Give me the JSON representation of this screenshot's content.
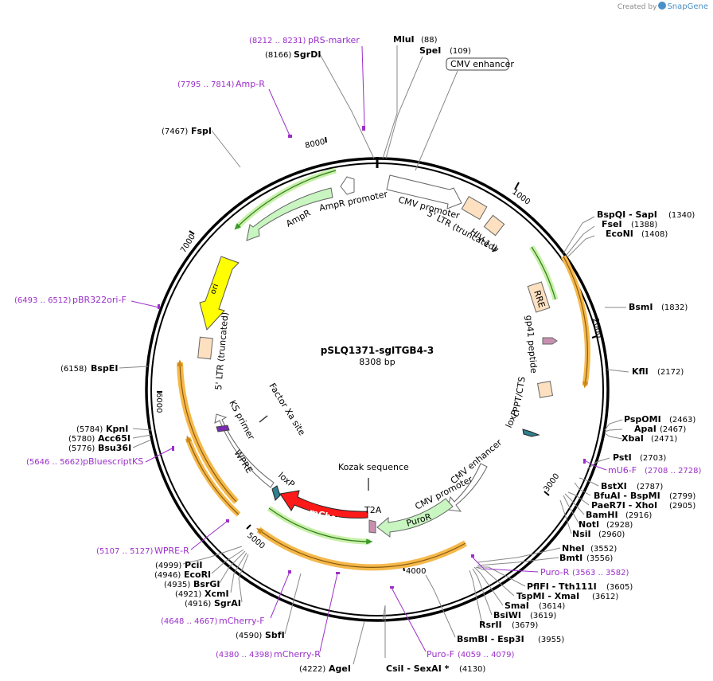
{
  "credit": {
    "prefix": "Created by",
    "brand": "SnapGene"
  },
  "plasmid": {
    "name": "pSLQ1371-sgITGB4-3",
    "size_label": "8308 bp",
    "length": 8308
  },
  "ticks": [
    "1000",
    "2000",
    "3000",
    "4000",
    "5000",
    "6000",
    "7000",
    "8000"
  ],
  "sites_right": [
    {
      "name": "MluI",
      "pos": "(88)"
    },
    {
      "name": "SpeI",
      "pos": "(109)"
    },
    {
      "name": "BspQI - SapI",
      "pos": "(1340)"
    },
    {
      "name": "FseI",
      "pos": "(1388)"
    },
    {
      "name": "EcoNI",
      "pos": "(1408)"
    },
    {
      "name": "BsmI",
      "pos": "(1832)"
    },
    {
      "name": "KflI",
      "pos": "(2172)"
    },
    {
      "name": "PspOMI",
      "pos": "(2463)"
    },
    {
      "name": "ApaI",
      "pos": "(2467)"
    },
    {
      "name": "XbaI",
      "pos": "(2471)"
    },
    {
      "name": "PstI",
      "pos": "(2703)"
    },
    {
      "name": "BstXI",
      "pos": "(2787)"
    },
    {
      "name": "BfuAI - BspMI",
      "pos": "(2799)"
    },
    {
      "name": "PaeR7I - XhoI",
      "pos": "(2905)"
    },
    {
      "name": "BamHI",
      "pos": "(2916)"
    },
    {
      "name": "NotI",
      "pos": "(2928)"
    },
    {
      "name": "NsiI",
      "pos": "(2960)"
    },
    {
      "name": "NheI",
      "pos": "(3552)"
    },
    {
      "name": "BmtI",
      "pos": "(3556)"
    },
    {
      "name": "PflFI - Tth111I",
      "pos": "(3605)"
    },
    {
      "name": "TspMI - XmaI",
      "pos": "(3612)"
    },
    {
      "name": "SmaI",
      "pos": "(3614)"
    },
    {
      "name": "BsiWI",
      "pos": "(3619)"
    },
    {
      "name": "RsrII",
      "pos": "(3679)"
    },
    {
      "name": "BsmBI - Esp3I",
      "pos": "(3955)"
    },
    {
      "name": "CsiI - SexAI *",
      "pos": "(4130)"
    }
  ],
  "sites_left": [
    {
      "name": "SgrDI",
      "pos": "(8166)"
    },
    {
      "name": "FspI",
      "pos": "(7467)"
    },
    {
      "name": "BspEI",
      "pos": "(6158)"
    },
    {
      "name": "KpnI",
      "pos": "(5784)"
    },
    {
      "name": "Acc65I",
      "pos": "(5780)"
    },
    {
      "name": "Bsu36I",
      "pos": "(5776)"
    },
    {
      "name": "PciI",
      "pos": "(4999)"
    },
    {
      "name": "EcoRI",
      "pos": "(4946)"
    },
    {
      "name": "BsrGI",
      "pos": "(4935)"
    },
    {
      "name": "XcmI",
      "pos": "(4921)"
    },
    {
      "name": "SgrAI",
      "pos": "(4916)"
    },
    {
      "name": "SbfI",
      "pos": "(4590)"
    },
    {
      "name": "AgeI",
      "pos": "(4222)"
    }
  ],
  "primers": [
    {
      "name": "pRS-marker",
      "range": "(8212 .. 8231)"
    },
    {
      "name": "Amp-R",
      "range": "(7795 .. 7814)"
    },
    {
      "name": "pBR322ori-F",
      "range": "(6493 .. 6512)"
    },
    {
      "name": "pBluescriptKS",
      "range": "(5646 .. 5662)"
    },
    {
      "name": "WPRE-R",
      "range": "(5107 .. 5127)"
    },
    {
      "name": "mCherry-F",
      "range": "(4648 .. 4667)"
    },
    {
      "name": "mCherry-R",
      "range": "(4380 .. 4398)"
    },
    {
      "name": "Puro-F",
      "range": "(4059 .. 4079)"
    },
    {
      "name": "Puro-R",
      "range": "(3563 .. 3582)"
    },
    {
      "name": "mU6-F",
      "range": "(2708 .. 2728)"
    }
  ],
  "features": {
    "cmv_enhancer_box": "CMV enhancer",
    "cmv_promoter_top": "CMV promoter",
    "ltr5_trunc_top": "5' LTR (truncated)",
    "hiv_psi": "HIV-1 Ψ",
    "rre": "RRE",
    "gp41": "gp41 peptide",
    "cppt": "cPPT/CTS",
    "loxp_right": "loxP",
    "cmv_enhancer_inner": "CMV enhancer",
    "cmv_promoter_inner": "CMV promoter",
    "kozak": "Kozak sequence",
    "puror": "PuroR",
    "t2a": "T2A",
    "mcherry": "mCherry",
    "loxp_left": "loxP",
    "wpre": "WPRE",
    "ks_primer": "KS primer",
    "factor_xa": "Factor Xa site",
    "ltr5_trunc_left": "5' LTR (truncated)",
    "ori": "ori",
    "ampr": "AmpR",
    "ampr_promoter": "AmpR promoter"
  },
  "colors": {
    "backbone": "#000000",
    "primer": "#9b2fc9",
    "ltr": "#fde0c0",
    "orange_track": "#f5b84a",
    "green_track": "#c8f0a8",
    "ampr": "#c8f5c0",
    "ori": "#ffff00",
    "mcherry": "#ff1a1a",
    "loxp": "#2f7f8f",
    "gp41": "#c890b0"
  }
}
